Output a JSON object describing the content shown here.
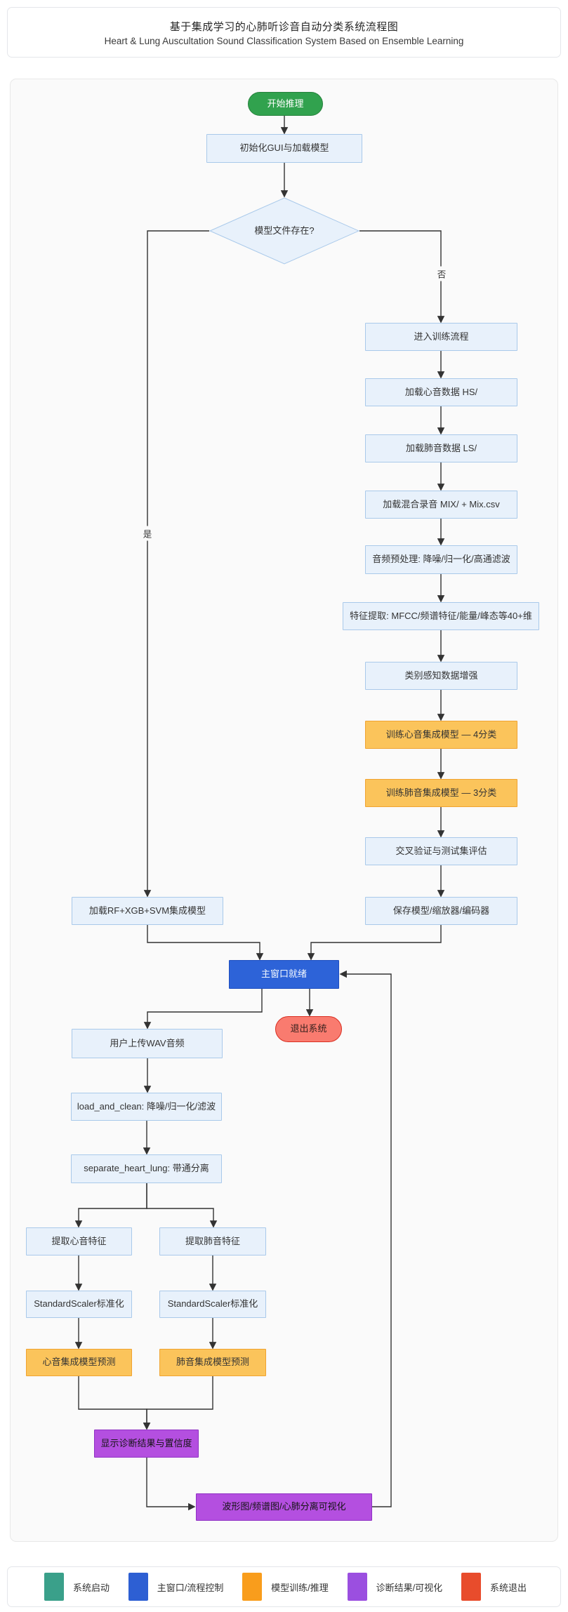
{
  "title": {
    "zh": "基于集成学习的心肺听诊音自动分类系统流程图",
    "en": "Heart & Lung Auscultation Sound Classification System Based on Ensemble Learning"
  },
  "flowchart": {
    "nodes": [
      {
        "id": "start",
        "label": "开始推理",
        "shape": "stadium",
        "category": "start"
      },
      {
        "id": "init",
        "label": "初始化GUI与加载模型",
        "shape": "rect",
        "category": "process"
      },
      {
        "id": "check",
        "label": "模型文件存在?",
        "shape": "diamond",
        "category": "process"
      },
      {
        "id": "train_enter",
        "label": "进入训练流程",
        "shape": "rect",
        "category": "process"
      },
      {
        "id": "load_hs",
        "label": "加载心音数据 HS/",
        "shape": "rect",
        "category": "process"
      },
      {
        "id": "load_ls",
        "label": "加载肺音数据 LS/",
        "shape": "rect",
        "category": "process"
      },
      {
        "id": "load_mix",
        "label": "加载混合录音 MIX/ + Mix.csv",
        "shape": "rect",
        "category": "process"
      },
      {
        "id": "preprocess",
        "label": "音频预处理: 降噪/归一化/高通滤波",
        "shape": "rect",
        "category": "process"
      },
      {
        "id": "features",
        "label": "特征提取: MFCC/频谱特征/能量/峰态等40+维",
        "shape": "rect",
        "category": "process"
      },
      {
        "id": "augment",
        "label": "类别感知数据增强",
        "shape": "rect",
        "category": "process"
      },
      {
        "id": "train_hs",
        "label": "训练心音集成模型 — 4分类",
        "shape": "rect",
        "category": "train"
      },
      {
        "id": "train_ls",
        "label": "训练肺音集成模型 — 3分类",
        "shape": "rect",
        "category": "train"
      },
      {
        "id": "cv",
        "label": "交叉验证与测试集评估",
        "shape": "rect",
        "category": "process"
      },
      {
        "id": "save",
        "label": "保存模型/缩放器/编码器",
        "shape": "rect",
        "category": "process"
      },
      {
        "id": "load_model",
        "label": "加载RF+XGB+SVM集成模型",
        "shape": "rect",
        "category": "process"
      },
      {
        "id": "main_ready",
        "label": "主窗口就绪",
        "shape": "rect",
        "category": "control"
      },
      {
        "id": "exit",
        "label": "退出系统",
        "shape": "stadium",
        "category": "exit"
      },
      {
        "id": "upload",
        "label": "用户上传WAV音频",
        "shape": "rect",
        "category": "process"
      },
      {
        "id": "clean",
        "label": "load_and_clean: 降噪/归一化/滤波",
        "shape": "rect",
        "category": "process"
      },
      {
        "id": "separate",
        "label": "separate_heart_lung: 带通分离",
        "shape": "rect",
        "category": "process"
      },
      {
        "id": "feat_h",
        "label": "提取心音特征",
        "shape": "rect",
        "category": "process"
      },
      {
        "id": "feat_l",
        "label": "提取肺音特征",
        "shape": "rect",
        "category": "process"
      },
      {
        "id": "scale_h",
        "label": "StandardScaler标准化",
        "shape": "rect",
        "category": "process"
      },
      {
        "id": "scale_l",
        "label": "StandardScaler标准化",
        "shape": "rect",
        "category": "process"
      },
      {
        "id": "pred_h",
        "label": "心音集成模型预测",
        "shape": "rect",
        "category": "train"
      },
      {
        "id": "pred_l",
        "label": "肺音集成模型预测",
        "shape": "rect",
        "category": "train"
      },
      {
        "id": "result",
        "label": "显示诊断结果与置信度",
        "shape": "rect",
        "category": "viz"
      },
      {
        "id": "visual",
        "label": "波形图/频谱图/心肺分离可视化",
        "shape": "rect",
        "category": "viz"
      }
    ],
    "edges": [
      {
        "from": "start",
        "to": "init",
        "label": ""
      },
      {
        "from": "init",
        "to": "check",
        "label": ""
      },
      {
        "from": "check",
        "to": "load_model",
        "label": "是"
      },
      {
        "from": "check",
        "to": "train_enter",
        "label": "否"
      },
      {
        "from": "train_enter",
        "to": "load_hs",
        "label": ""
      },
      {
        "from": "load_hs",
        "to": "load_ls",
        "label": ""
      },
      {
        "from": "load_ls",
        "to": "load_mix",
        "label": ""
      },
      {
        "from": "load_mix",
        "to": "preprocess",
        "label": ""
      },
      {
        "from": "preprocess",
        "to": "features",
        "label": ""
      },
      {
        "from": "features",
        "to": "augment",
        "label": ""
      },
      {
        "from": "augment",
        "to": "train_hs",
        "label": ""
      },
      {
        "from": "train_hs",
        "to": "train_ls",
        "label": ""
      },
      {
        "from": "train_ls",
        "to": "cv",
        "label": ""
      },
      {
        "from": "cv",
        "to": "save",
        "label": ""
      },
      {
        "from": "load_model",
        "to": "main_ready",
        "label": ""
      },
      {
        "from": "save",
        "to": "main_ready",
        "label": ""
      },
      {
        "from": "main_ready",
        "to": "upload",
        "label": ""
      },
      {
        "from": "main_ready",
        "to": "exit",
        "label": ""
      },
      {
        "from": "upload",
        "to": "clean",
        "label": ""
      },
      {
        "from": "clean",
        "to": "separate",
        "label": ""
      },
      {
        "from": "separate",
        "to": "feat_h",
        "label": ""
      },
      {
        "from": "separate",
        "to": "feat_l",
        "label": ""
      },
      {
        "from": "feat_h",
        "to": "scale_h",
        "label": ""
      },
      {
        "from": "feat_l",
        "to": "scale_l",
        "label": ""
      },
      {
        "from": "scale_h",
        "to": "pred_h",
        "label": ""
      },
      {
        "from": "scale_l",
        "to": "pred_l",
        "label": ""
      },
      {
        "from": "pred_h",
        "to": "result",
        "label": ""
      },
      {
        "from": "pred_l",
        "to": "result",
        "label": ""
      },
      {
        "from": "result",
        "to": "visual",
        "label": ""
      },
      {
        "from": "visual",
        "to": "main_ready",
        "label": ""
      }
    ]
  },
  "legend": {
    "items": [
      {
        "label": "系统启动",
        "color": "#3aa08a"
      },
      {
        "label": "主窗口/流程控制",
        "color": "#2d5fd3"
      },
      {
        "label": "模型训练/推理",
        "color": "#f99d1c"
      },
      {
        "label": "诊断结果/可视化",
        "color": "#9b4fe0"
      },
      {
        "label": "系统退出",
        "color": "#e84c2c"
      }
    ]
  },
  "colors": {
    "process_fill": "#e8f1fb",
    "process_border": "#a9c9ea",
    "start_fill": "#31a24e",
    "control_fill": "#2d63d8",
    "train_fill": "#fbc45b",
    "viz_fill": "#b44fe0",
    "exit_fill": "#f97b6f",
    "edge": "#333333",
    "panel": "#fafafa"
  }
}
